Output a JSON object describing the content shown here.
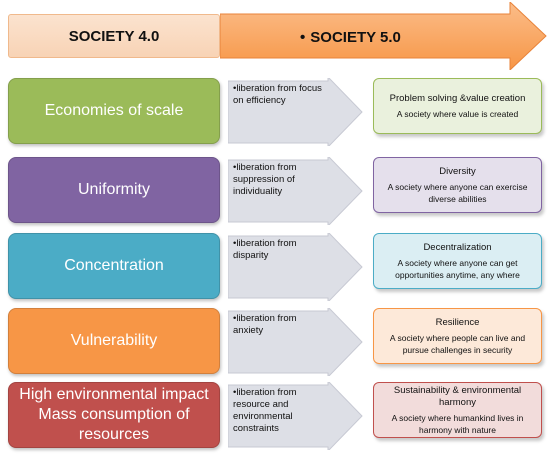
{
  "header": {
    "left_label": "SOCIETY 4.0",
    "right_bullet": "•",
    "right_label": "SOCIETY 5.0"
  },
  "rows": [
    {
      "left": "Economies of scale",
      "middle": "•liberation from focus on efficiency",
      "right_title": "Problem solving &value creation",
      "right_desc": "A society where value is created",
      "left_color": "#9bbb59",
      "right_color": "#eaf1dd"
    },
    {
      "left": "Uniformity",
      "middle": "•liberation from suppression of individuality",
      "right_title": "Diversity",
      "right_desc": "A society where anyone can exercise diverse abilities",
      "left_color": "#8064a2",
      "right_color": "#e5e0ec"
    },
    {
      "left": "Concentration",
      "middle": "•liberation from disparity",
      "right_title": "Decentralization",
      "right_desc": "A society where anyone can get opportunities anytime, any where",
      "left_color": "#4bacc6",
      "right_color": "#dbeef3"
    },
    {
      "left": "Vulnerability",
      "middle": "•liberation from anxiety",
      "right_title": "Resilience",
      "right_desc": "A society where people can live and pursue challenges in security",
      "left_color": "#f79646",
      "right_color": "#fde9d9"
    },
    {
      "left": "High environmental impact Mass consumption of resources",
      "middle": "•liberation from resource and environmental constraints",
      "right_title": "Sustainability & environmental harmony",
      "right_desc": "A society where humankind lives in harmony with nature",
      "left_color": "#c0504d",
      "right_color": "#f2dcdb"
    }
  ]
}
